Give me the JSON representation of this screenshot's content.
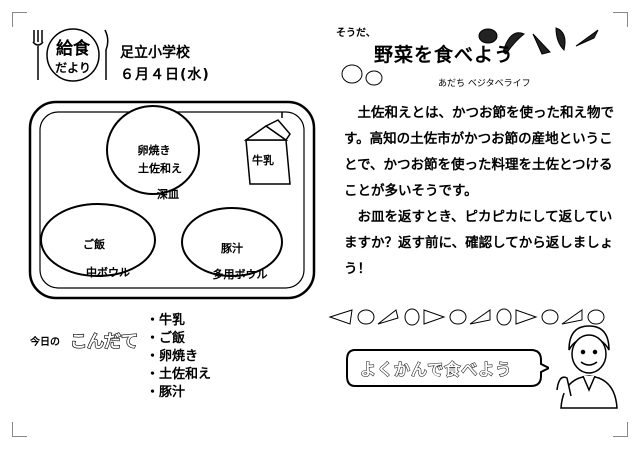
{
  "header": {
    "logo_line1": "給食",
    "logo_line2": "だより",
    "school": "足立小学校",
    "date": "６月４日(水)"
  },
  "tray": {
    "dish_top": "卵焼き",
    "dish_top2": "土佐和え",
    "dish_top_label": "深皿",
    "bowl_left": "ご飯",
    "bowl_left_label": "中ボウル",
    "bowl_right": "豚汁",
    "bowl_right_label": "多用ボウル",
    "milk": "牛乳"
  },
  "konndate": {
    "logo_prefix": "今日の",
    "logo_main": "こんだて",
    "items": [
      "牛乳",
      "ご飯",
      "卵焼き",
      "土佐和え",
      "豚汁"
    ]
  },
  "banner": {
    "prefix": "そうだ、",
    "main": "野菜を食べよう",
    "sub": "あだち ベジタベライフ"
  },
  "article": {
    "p1": "土佐和えとは、かつお節を使った和え物です。高知の土佐市がかつお節の産地ということで、かつお節を使った料理を土佐とつけることが多いそうです。",
    "p2": "お皿を返すとき、ピカピカにして返していますか？返す前に、確認してから返しましょう！"
  },
  "button": {
    "text": "よくかんで食べよう"
  }
}
